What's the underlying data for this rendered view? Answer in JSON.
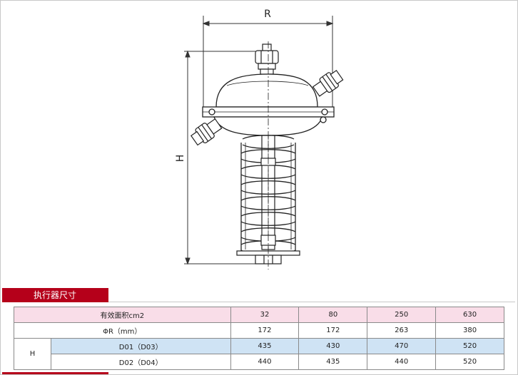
{
  "drawing": {
    "dim_r_label": "R",
    "dim_h_label": "H"
  },
  "section_title": "执行器尺寸",
  "table": {
    "header_label": "有效面积cm2",
    "areas": [
      "32",
      "80",
      "250",
      "630"
    ],
    "r_label": "ΦR（mm）",
    "r_values": [
      "172",
      "172",
      "263",
      "380"
    ],
    "h_label": "H",
    "d1_label": "D01（D03）",
    "d1_values": [
      "435",
      "430",
      "470",
      "520"
    ],
    "d2_label": "D02（D04）",
    "d2_values": [
      "440",
      "435",
      "440",
      "520"
    ]
  }
}
